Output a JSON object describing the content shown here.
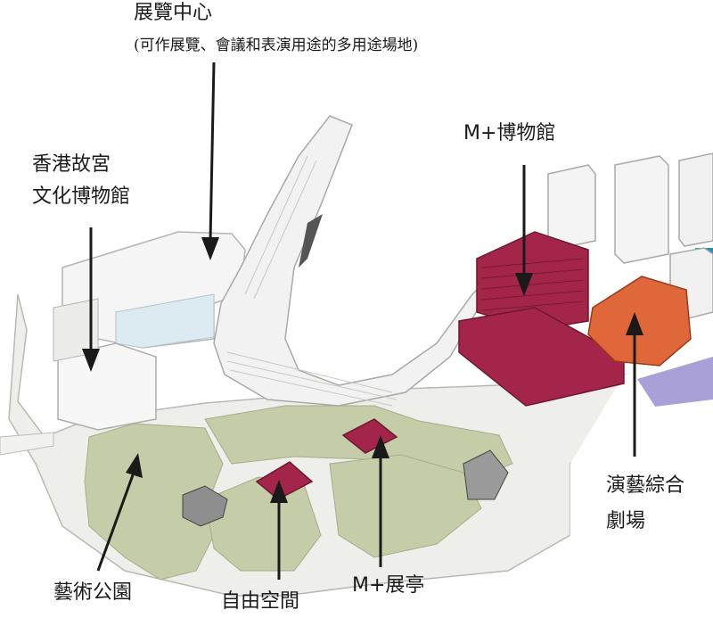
{
  "labels": {
    "exhibition": {
      "title": "展覽中心",
      "subtitle": "(可作展覽、會議和表演用途的多用途場地)"
    },
    "palace_museum": {
      "line1": "香港故宮",
      "line2": "文化博物館"
    },
    "m_plus": "M+博物館",
    "performing_arts": {
      "line1": "演藝綜合",
      "line2": "劇場"
    },
    "art_park": "藝術公園",
    "freespace": "自由空間",
    "m_plus_pavilion": "M+展亭"
  },
  "colors": {
    "m_plus": "#a3264a",
    "lyric_theatre": "#e0673a",
    "lawn": "#c5cca8",
    "water": "#2a8fb5",
    "plaza": "#efefea",
    "building": "#f4f4f4"
  }
}
